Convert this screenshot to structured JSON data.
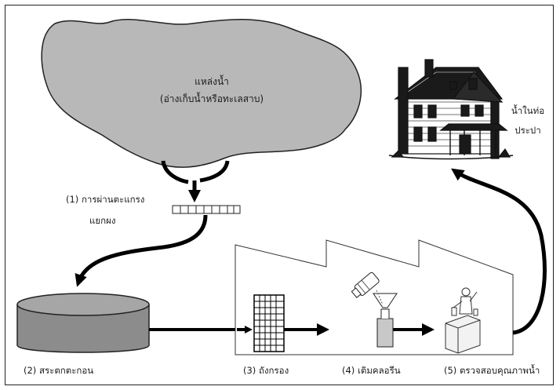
{
  "source": {
    "title": "แหล่งน้ำ",
    "subtitle": "(อ่างเก็บน้ำหรือทะเลสาบ)"
  },
  "steps": {
    "screen": {
      "line1": "(1) การผ่านตะแกรง",
      "line2": "แยกผง"
    },
    "settling": {
      "label": "(2) สระตกตะกอน"
    },
    "filter": {
      "label": "(3) ถังกรอง"
    },
    "chlorine": {
      "label": "(4) เติมคลอรีน"
    },
    "quality": {
      "label": "(5) ตรวจสอบคุณภาพน้ำ"
    }
  },
  "destination": {
    "line1": "น้ำในท่อ",
    "line2": "ประปา"
  },
  "colors": {
    "cloud": "#b8b8b8",
    "tank": "#8c8c8c",
    "arrow": "#000000",
    "filter": "#ffffff",
    "chlorine_box": "#c8c8c8"
  }
}
